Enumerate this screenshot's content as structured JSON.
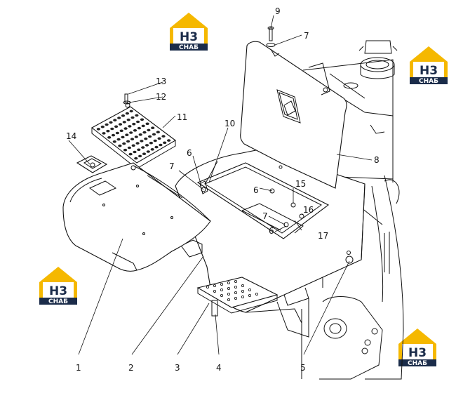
{
  "logo": {
    "main": "H3",
    "sub": "СНАБ",
    "color_yellow": "#f5b800",
    "color_navy": "#1b2c4a"
  },
  "callouts": [
    "1",
    "2",
    "3",
    "4",
    "5",
    "6",
    "6",
    "6",
    "7",
    "7",
    "7",
    "8",
    "9",
    "10",
    "11",
    "12",
    "13",
    "14",
    "15",
    "16",
    "17"
  ]
}
